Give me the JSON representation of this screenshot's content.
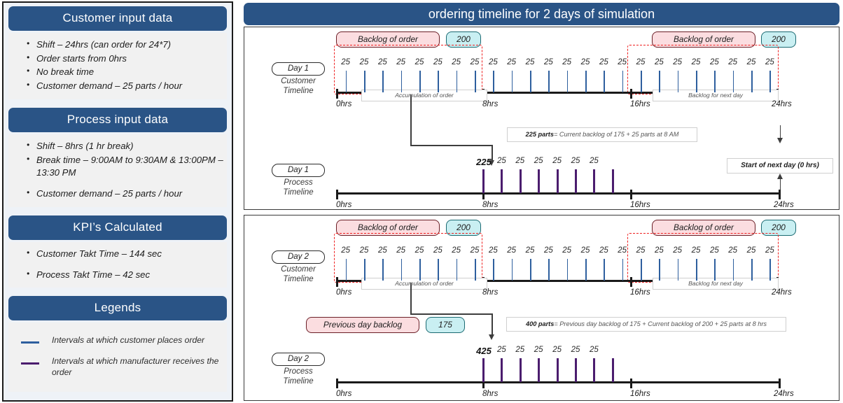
{
  "left": {
    "panels": [
      {
        "id": "customer-input",
        "title": "Customer input data",
        "items": [
          "Shift – 24hrs (can order for 24*7)",
          "Order starts from 0hrs",
          "No break time",
          "Customer demand – 25 parts / hour"
        ]
      },
      {
        "id": "process-input",
        "title": "Process input data",
        "items": [
          "Shift – 8hrs (1 hr break)",
          "Break time – 9:00AM to 9:30AM & 13:00PM – 13:30 PM",
          "Customer demand – 25 parts / hour"
        ]
      },
      {
        "id": "kpis",
        "title": "KPI’s Calculated",
        "items": [
          "Customer Takt Time – 144 sec",
          "Process Takt Time – 42 sec"
        ]
      }
    ],
    "legends": {
      "title": "Legends",
      "entries": [
        {
          "color": "#2e5f9e",
          "label": "Intervals at which customer places order"
        },
        {
          "color": "#4b1d6e",
          "label": "Intervals at which manufacturer receives the order"
        }
      ]
    }
  },
  "right": {
    "title": "ordering timeline for 2 days of simulation",
    "hour_labels": [
      "0hrs",
      "8hrs",
      "16hrs",
      "24hrs"
    ],
    "days": [
      {
        "id": "day1",
        "day_tag": "Day 1",
        "customer_row_label": "Customer\nTimeline",
        "process_row_label": "Process\nTimeline",
        "customer_tick_labels": [
          "25",
          "25",
          "25",
          "25",
          "25",
          "25",
          "25",
          "25",
          "25",
          "25",
          "25",
          "25",
          "25",
          "25",
          "25",
          "25",
          "25",
          "25",
          "25",
          "25",
          "25",
          "25",
          "25",
          "25"
        ],
        "process_tick_labels": [
          "225",
          "25",
          "25",
          "25",
          "25",
          "25",
          "25"
        ],
        "left_pill_pink": "Backlog of order",
        "left_pill_cyan": "200",
        "right_pill_pink": "Backlog of order",
        "right_pill_cyan": "200",
        "left_inner_note": "Accumulation  of order",
        "right_inner_note": "Backlog for next day",
        "callout": "Current  backlog of 175 + 25 parts  at 8 AM",
        "callout_lead": "225 parts",
        "callout_eq": "=",
        "next_day_note": "Start of next day (0 hrs)"
      },
      {
        "id": "day2",
        "day_tag": "Day 2",
        "customer_row_label": "Customer\nTimeline",
        "process_row_label": "Process\nTimeline",
        "customer_tick_labels": [
          "25",
          "25",
          "25",
          "25",
          "25",
          "25",
          "25",
          "25",
          "25",
          "25",
          "25",
          "25",
          "25",
          "25",
          "25",
          "25",
          "25",
          "25",
          "25",
          "25",
          "25",
          "25",
          "25",
          "25"
        ],
        "process_tick_labels": [
          "425",
          "25",
          "25",
          "25",
          "25",
          "25",
          "25"
        ],
        "left_pill_pink": "Backlog of order",
        "left_pill_cyan": "200",
        "right_pill_pink": "Backlog of order",
        "right_pill_cyan": "200",
        "left_inner_note": "Accumulation  of order",
        "right_inner_note": "Backlog for next day",
        "prev_pill_pink": "Previous day backlog",
        "prev_pill_cyan": "175",
        "callout": "Previous day backlog of 175 + Current backlog of 200 + 25 parts  at 8 hrs",
        "callout_lead": "400 parts",
        "callout_eq": "="
      }
    ]
  },
  "colors": {
    "header_blue": "#2a5486",
    "customer_tick": "#2e5f9e",
    "process_tick": "#4b1d6e",
    "dashed_red": "#ef2020",
    "pill_pink_fill": "#fbdde0",
    "pill_cyan_fill": "#c9eff2"
  },
  "chart_data": {
    "type": "line",
    "title": "ordering timeline for 2 days of simulation",
    "xlabel": "hours",
    "ylabel": "",
    "xlim": [
      0,
      24
    ],
    "grid": false,
    "legend_position": "left-panel",
    "series": [
      {
        "name": "Day 1 Customer Timeline",
        "tick_hours": [
          0.5,
          1.5,
          2.5,
          3.5,
          4.5,
          5.5,
          6.5,
          7.5,
          8.5,
          9.5,
          10.5,
          11.5,
          12.5,
          13.5,
          14.5,
          15.5,
          16.5,
          17.5,
          18.5,
          19.5,
          20.5,
          21.5,
          22.5,
          23.5
        ],
        "values": [
          25,
          25,
          25,
          25,
          25,
          25,
          25,
          25,
          25,
          25,
          25,
          25,
          25,
          25,
          25,
          25,
          25,
          25,
          25,
          25,
          25,
          25,
          25,
          25
        ],
        "color": "#2e5f9e"
      },
      {
        "name": "Day 1 Process Timeline",
        "tick_hours": [
          8,
          9,
          10,
          11,
          12,
          13,
          14,
          15
        ],
        "values": [
          225,
          25,
          25,
          25,
          25,
          25,
          25,
          null
        ],
        "color": "#4b1d6e"
      },
      {
        "name": "Day 2 Customer Timeline",
        "tick_hours": [
          0.5,
          1.5,
          2.5,
          3.5,
          4.5,
          5.5,
          6.5,
          7.5,
          8.5,
          9.5,
          10.5,
          11.5,
          12.5,
          13.5,
          14.5,
          15.5,
          16.5,
          17.5,
          18.5,
          19.5,
          20.5,
          21.5,
          22.5,
          23.5
        ],
        "values": [
          25,
          25,
          25,
          25,
          25,
          25,
          25,
          25,
          25,
          25,
          25,
          25,
          25,
          25,
          25,
          25,
          25,
          25,
          25,
          25,
          25,
          25,
          25,
          25
        ],
        "color": "#2e5f9e"
      },
      {
        "name": "Day 2 Process Timeline",
        "tick_hours": [
          8,
          9,
          10,
          11,
          12,
          13,
          14,
          15
        ],
        "values": [
          425,
          25,
          25,
          25,
          25,
          25,
          25,
          null
        ],
        "color": "#4b1d6e"
      }
    ],
    "annotations": [
      "Day 1 Backlog of order (0-8hrs) = 200",
      "Day 1 Backlog of order (16-24hrs) = 200",
      "Day 1: 225 parts = Current backlog of 175 + 25 parts at 8 AM",
      "Day 1: Start of next day (0 hrs)",
      "Day 2 Backlog of order (0-8hrs) = 200",
      "Day 2 Backlog of order (16-24hrs) = 200",
      "Day 2: Previous day backlog = 175",
      "Day 2: 400 parts = Previous day backlog of 175 + Current backlog of 200 + 25 parts at 8 hrs"
    ],
    "kpis": {
      "Customer Takt Time": "144 sec",
      "Process Takt Time": "42 sec"
    }
  }
}
